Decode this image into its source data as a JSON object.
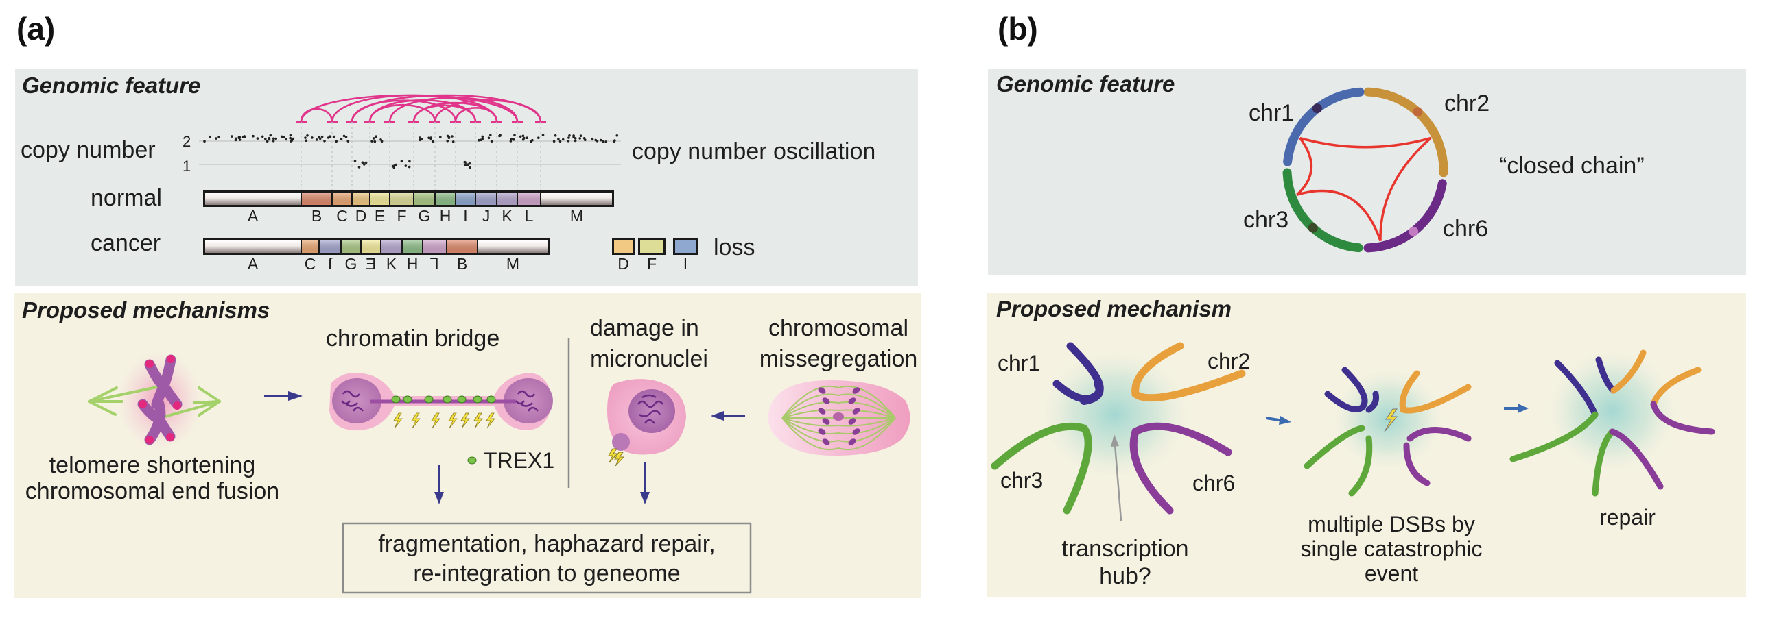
{
  "panel_a": {
    "label": "(a)",
    "genomic_feature": {
      "title": "Genomic feature",
      "copy_number_label": "copy number",
      "copy_number_ticks": [
        "2",
        "1"
      ],
      "oscillation_label": "copy number oscillation",
      "normal_label": "normal",
      "cancer_label": "cancer",
      "loss_label": "loss",
      "normal_segments": [
        {
          "name": "A",
          "color": "grey"
        },
        {
          "name": "B",
          "color": "#e08a6c"
        },
        {
          "name": "C",
          "color": "#eca873"
        },
        {
          "name": "D",
          "color": "#f2c983"
        },
        {
          "name": "E",
          "color": "#f5ec9b"
        },
        {
          "name": "F",
          "color": "#dedd98"
        },
        {
          "name": "G",
          "color": "#abc985"
        },
        {
          "name": "H",
          "color": "#8fbf8a"
        },
        {
          "name": "I",
          "color": "#8fa8d0"
        },
        {
          "name": "J",
          "color": "#a4a6cf"
        },
        {
          "name": "K",
          "color": "#b7a7cf"
        },
        {
          "name": "L",
          "color": "#d1a6cc"
        },
        {
          "name": "M",
          "color": "grey"
        }
      ],
      "cancer_segments": [
        {
          "name": "A",
          "color": "grey",
          "label": "A"
        },
        {
          "name": "C",
          "color": "#eca873",
          "label": "C"
        },
        {
          "name": "J",
          "color": "#a4a6cf",
          "label": "ſ"
        },
        {
          "name": "G",
          "color": "#abc985",
          "label": "G"
        },
        {
          "name": "E",
          "color": "#f5ec9b",
          "label": "Ǝ"
        },
        {
          "name": "K",
          "color": "#b7a7cf",
          "label": "K"
        },
        {
          "name": "H",
          "color": "#8fbf8a",
          "label": "H"
        },
        {
          "name": "L",
          "color": "#d1a6cc",
          "label": "⅂"
        },
        {
          "name": "B",
          "color": "#e08a6c",
          "label": "B"
        },
        {
          "name": "M",
          "color": "grey",
          "label": "M"
        }
      ],
      "lost_segments": [
        {
          "name": "D",
          "color": "#f2c983"
        },
        {
          "name": "F",
          "color": "#dedd98"
        },
        {
          "name": "I",
          "color": "#8fa8d0"
        }
      ],
      "copy_number_profile": [
        {
          "segment": "A",
          "cn": 2
        },
        {
          "segment": "B",
          "cn": 2
        },
        {
          "segment": "C",
          "cn": 2
        },
        {
          "segment": "D",
          "cn": 1
        },
        {
          "segment": "E",
          "cn": 2
        },
        {
          "segment": "F",
          "cn": 1
        },
        {
          "segment": "G",
          "cn": 2
        },
        {
          "segment": "H",
          "cn": 2
        },
        {
          "segment": "I",
          "cn": 1
        },
        {
          "segment": "J",
          "cn": 2
        },
        {
          "segment": "K",
          "cn": 2
        },
        {
          "segment": "L",
          "cn": 2
        },
        {
          "segment": "M",
          "cn": 2
        }
      ],
      "arc_color": "#e0358a"
    },
    "mechanisms": {
      "title": "Proposed mechanisms",
      "telomere_label_1": "telomere shortening",
      "telomere_label_2": "chromosomal end fusion",
      "bridge_label": "chromatin bridge",
      "trex1_label": "TREX1",
      "micronuclei_label_1": "damage in",
      "micronuclei_label_2": "micronuclei",
      "missegregation_label_1": "chromosomal",
      "missegregation_label_2": "missegregation",
      "outcome_line_1": "fragmentation, haphazard repair,",
      "outcome_line_2": "re-integration to geneome"
    }
  },
  "panel_b": {
    "label": "(b)",
    "genomic_feature": {
      "title": "Genomic feature",
      "chromosomes": [
        {
          "name": "chr1",
          "color": "#4a6aad"
        },
        {
          "name": "chr2",
          "color": "#c8923a"
        },
        {
          "name": "chr3",
          "color": "#2e8a3e"
        },
        {
          "name": "chr6",
          "color": "#6a2a86"
        }
      ],
      "link_color": "#e8352d",
      "closed_chain_label": "“closed chain”"
    },
    "mechanism": {
      "title": "Proposed mechanism",
      "chr_labels": [
        "chr1",
        "chr2",
        "chr3",
        "chr6"
      ],
      "hub_label_1": "transcription",
      "hub_label_2": "hub?",
      "dsb_label_1": "multiple DSBs by",
      "dsb_label_2": "single catastrophic",
      "dsb_label_3": "event",
      "repair_label": "repair"
    }
  },
  "colors": {
    "genomic_bg": "#e6ebe9",
    "mechanism_bg": "#f5f2e1",
    "arrow": "#3a3a8c",
    "arrow_b": "#3a6ab0"
  }
}
